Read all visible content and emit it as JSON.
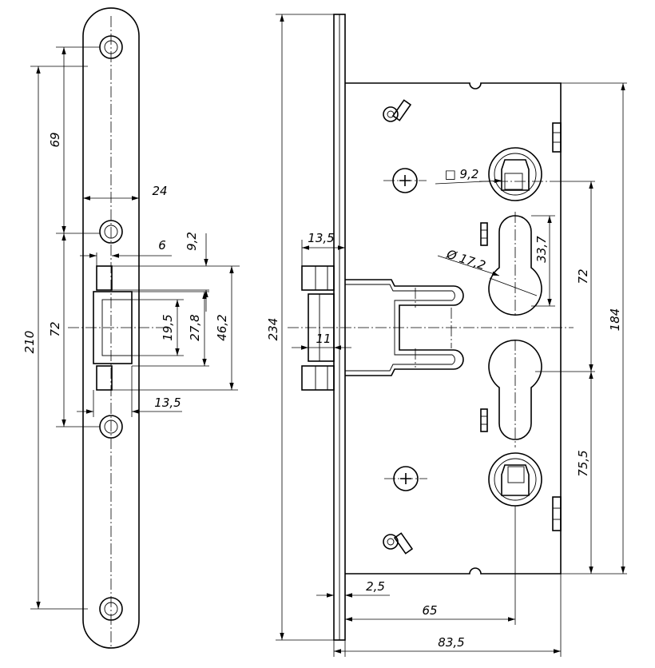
{
  "dimensions": {
    "strike_total_height": "210",
    "strike_screw_spacing_top": "69",
    "strike_lower_spacing": "72",
    "strike_width": "24",
    "latch_offset": "6",
    "latch_height": "9,2",
    "opening_19": "19,5",
    "opening_27": "27,8",
    "opening_46": "46,2",
    "strike_depth": "13,5",
    "faceplate_height": "234",
    "faceplate_depth": "13,5",
    "bolt_width": "11",
    "square_spindle": "□ 9,2",
    "cylinder_diameter": "Ø 17,2",
    "cylinder_height": "33,7",
    "handle_to_cylinder": "72",
    "case_height": "184",
    "cylinder_to_bottom": "75,5",
    "faceplate_thickness": "2,5",
    "backset": "65",
    "case_depth": "83,5"
  }
}
